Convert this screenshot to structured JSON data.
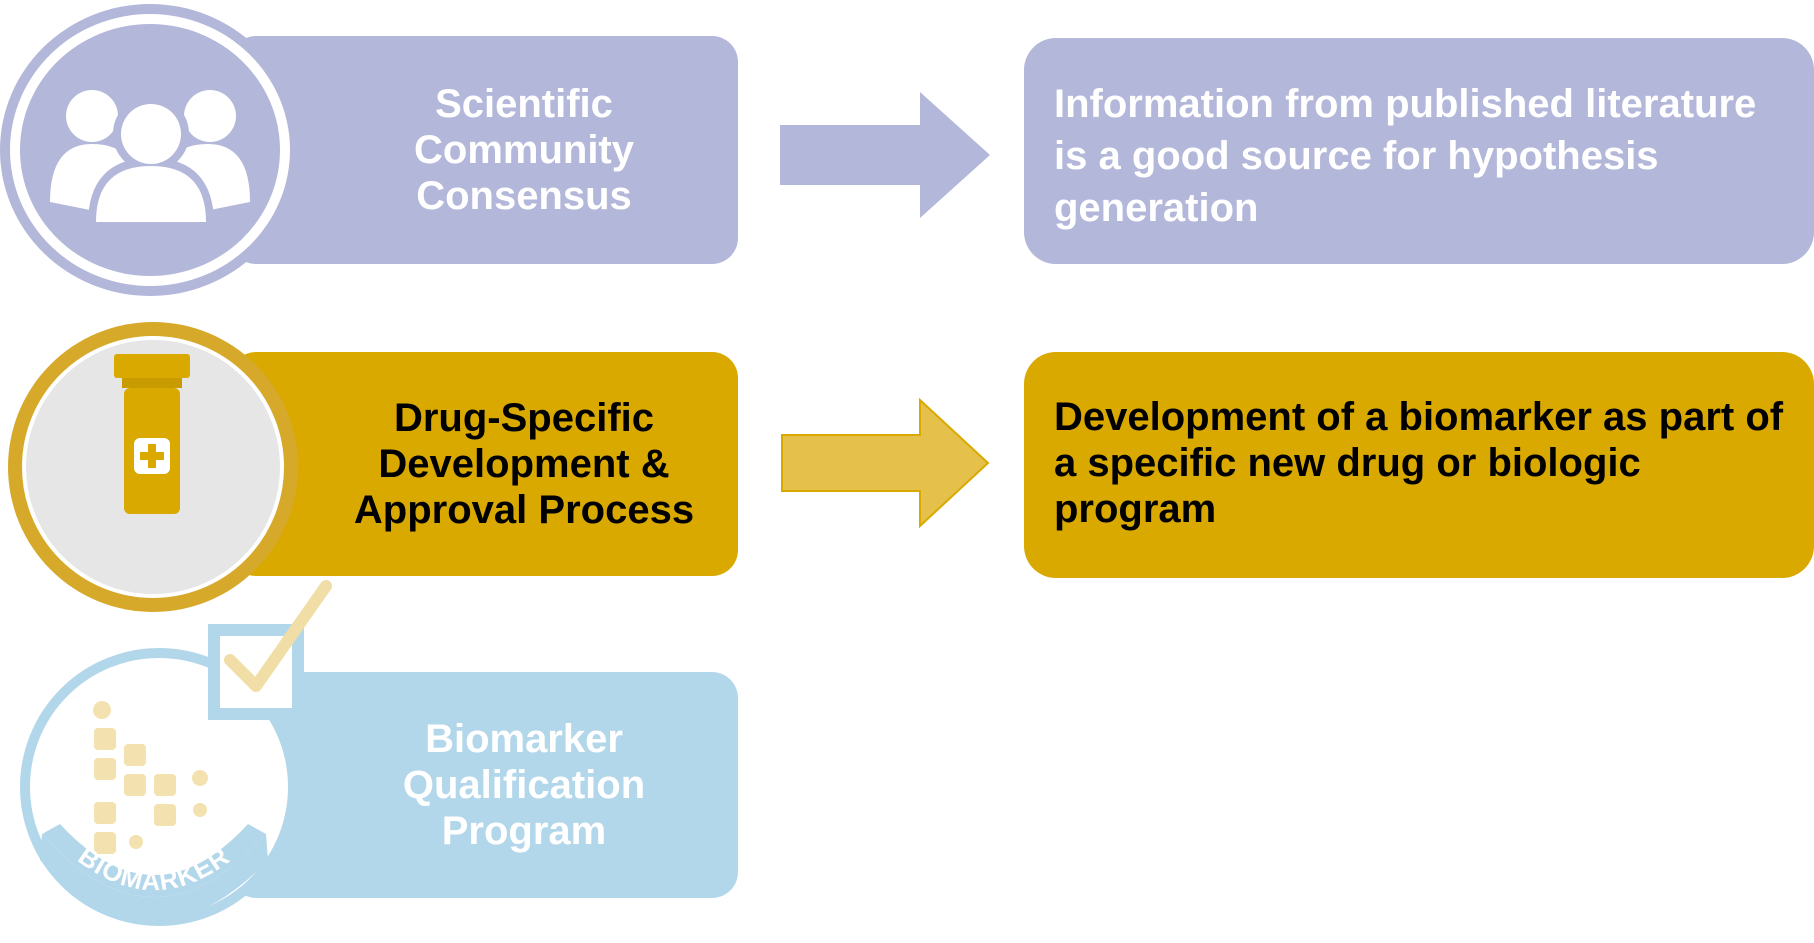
{
  "rows": [
    {
      "label_lines": [
        "Scientific",
        "Community",
        "Consensus"
      ],
      "description": "Information from published literature is a good source for hypothesis generation",
      "color": "#b3b7d9",
      "icon": "people-group-icon",
      "state": "faded"
    },
    {
      "label_lines": [
        "Drug-Specific",
        "Development &",
        "Approval Process"
      ],
      "description": "Development of a biomarker as part of a specific new drug or biologic program",
      "color": "#d9a900",
      "icon": "medicine-bottle-icon",
      "state": "active"
    },
    {
      "label_lines": [
        "Biomarker",
        "Qualification",
        "Program"
      ],
      "description": "",
      "color": "#b3d7ea",
      "icon": "biomarker-badge-icon",
      "badge_text": "BIOMARKER",
      "state": "faded"
    }
  ]
}
